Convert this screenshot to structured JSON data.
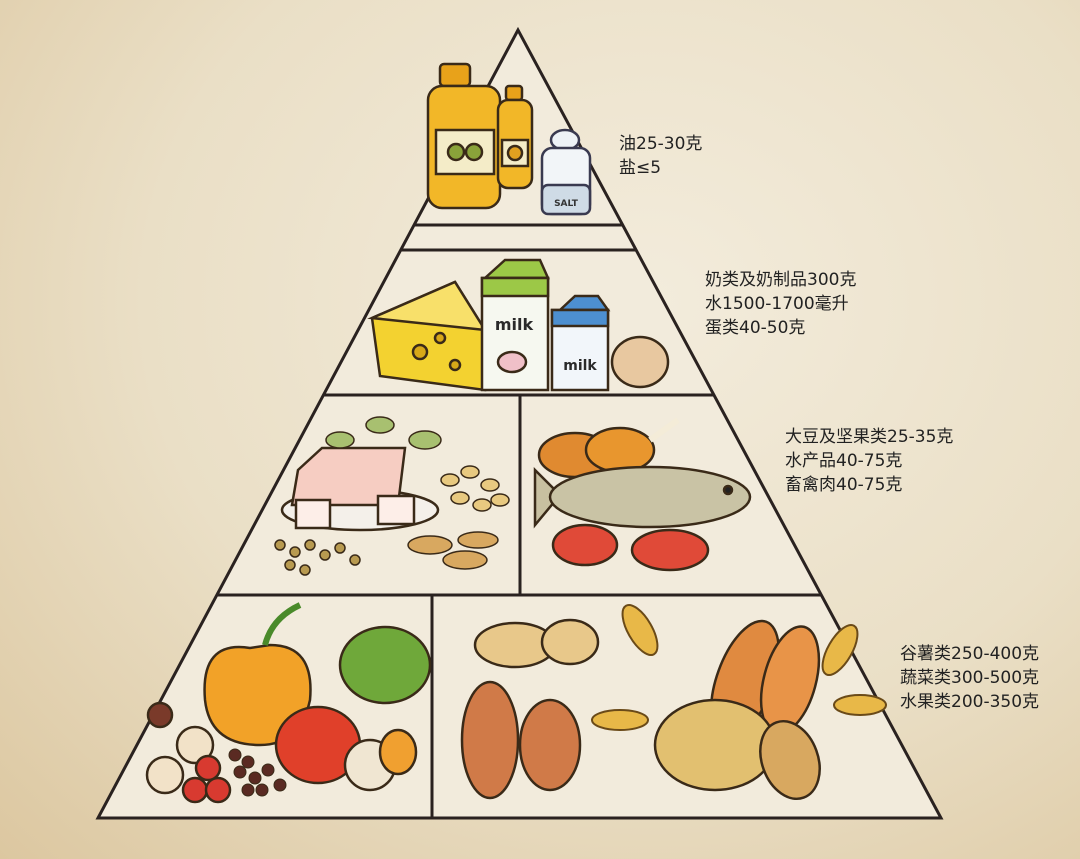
{
  "tiers": [
    {
      "name": "oil-salt",
      "lines": [
        "油25-30克",
        "盐≤5"
      ]
    },
    {
      "name": "dairy-water-eggs",
      "lines": [
        "奶类及奶制品300克",
        "水1500-1700毫升",
        "蛋类40-50克"
      ]
    },
    {
      "name": "soy-nuts-fish-meat",
      "lines": [
        "大豆及坚果类25-35克",
        "水产品40-75克",
        "畜禽肉40-75克"
      ]
    },
    {
      "name": "grains-vegetables-fruit",
      "lines": [
        "谷薯类250-400克",
        "蔬菜类300-500克",
        "水果类200-350克"
      ]
    }
  ],
  "illustration_lettering": {
    "salt_shaker": "SALT",
    "milk_carton": "milk"
  },
  "colors": {
    "background": "#ede3cd",
    "outline": "#2a2220",
    "text": "#222222"
  }
}
